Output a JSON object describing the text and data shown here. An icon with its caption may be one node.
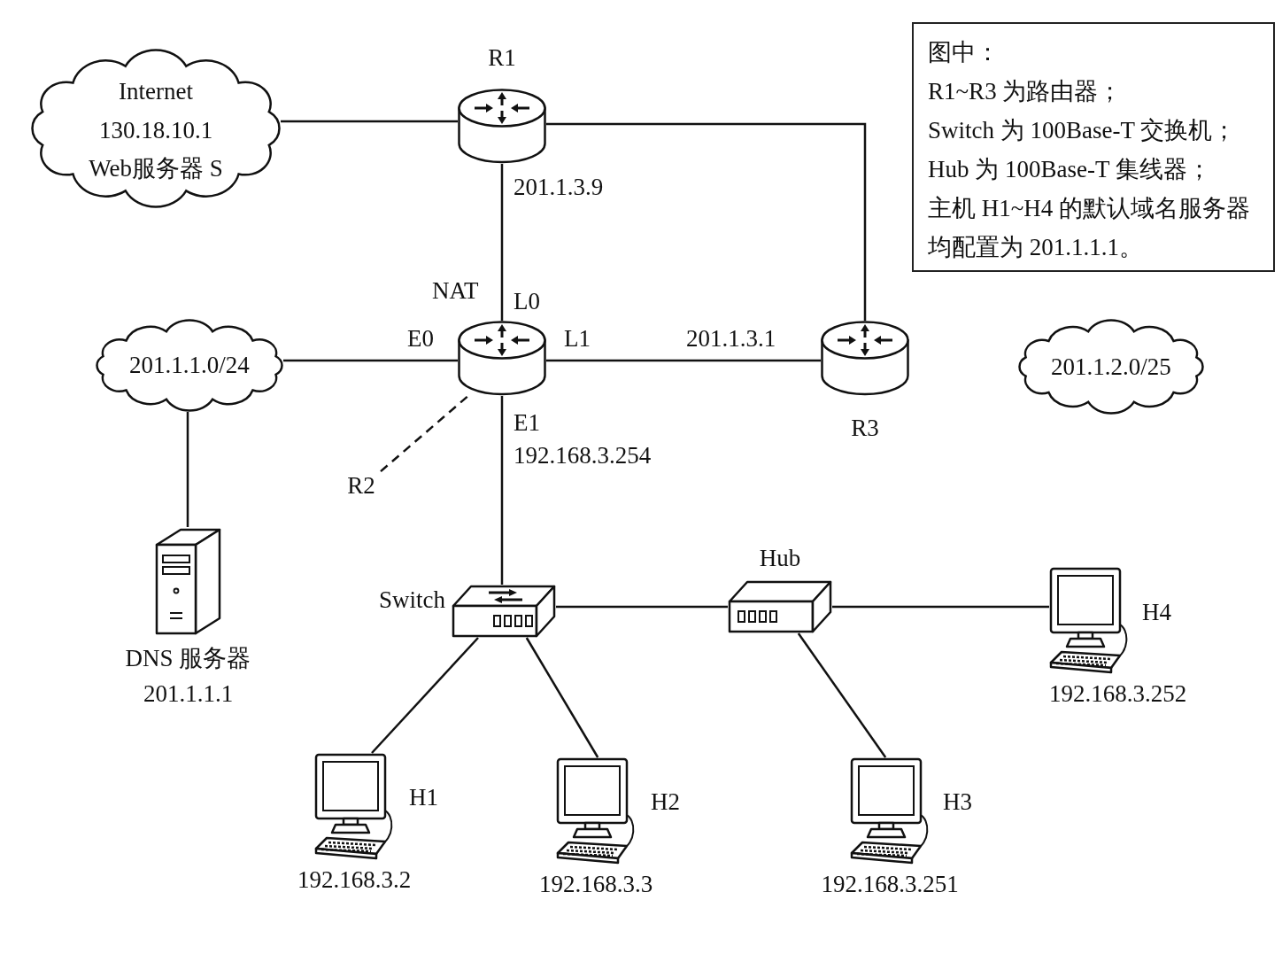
{
  "diagram": {
    "nodes": [
      {
        "text": [
          "Internet",
          "130.18.10.1",
          "Web服务器 S"
        ]
      },
      {
        "text": [
          "R1"
        ],
        "beside": [
          "201.1.3.9"
        ]
      },
      {
        "text": [
          "图中：",
          "R1~R3 为路由器；",
          "Switch 为 100Base-T 交换机；",
          "Hub 为 100Base-T 集线器；",
          "主机 H1~H4 的默认域名服务器均配置为 201.1.1.1。"
        ]
      },
      {
        "text": [
          "201.1.1.0/24"
        ]
      },
      {
        "text": [],
        "shape": "cylinder",
        "beside": [
          "NAT",
          "L0",
          "E0",
          "L1",
          "E1",
          "192.168.3.254"
        ]
      },
      {
        "text": [
          "R3"
        ],
        "beside": [
          "201.1.3.1"
        ]
      },
      {
        "text": [
          "201.1.2.0/25"
        ]
      },
      {
        "text": [
          "R2"
        ]
      },
      {
        "text": [
          "DNS 服务器",
          "201.1.1.1"
        ]
      },
      {
        "text": [
          "Hub"
        ]
      },
      {
        "text": [
          "Switch"
        ]
      },
      {
        "text": [
          "H4",
          "192.168.3.252"
        ]
      },
      {
        "text": [
          "H1",
          "192.168.3.2"
        ]
      },
      {
        "text": [
          "H2",
          "192.168.3.3"
        ]
      },
      {
        "text": [
          "H3",
          "192.168.3.251"
        ]
      }
    ],
    "edges": [
      {
        "from": 0,
        "to": 1,
        "arrow": "none"
      },
      {
        "from": 1,
        "to": 5,
        "arrow": "none"
      },
      {
        "from": 1,
        "to": 4,
        "arrow": "none"
      },
      {
        "from": 3,
        "to": 4,
        "arrow": "none"
      },
      {
        "from": 4,
        "to": 5,
        "arrow": "none"
      },
      {
        "from": 4,
        "to": 10,
        "arrow": "none"
      },
      {
        "from": 7,
        "to": 4,
        "arrow": "none",
        "style": "dashed"
      },
      {
        "from": 3,
        "to": 8,
        "arrow": "none"
      },
      {
        "from": 10,
        "to": 9,
        "arrow": "none"
      },
      {
        "from": 10,
        "to": 12,
        "arrow": "none"
      },
      {
        "from": 10,
        "to": 13,
        "arrow": "none"
      },
      {
        "from": 9,
        "to": 14,
        "arrow": "none"
      },
      {
        "from": 9,
        "to": 11,
        "arrow": "none"
      }
    ]
  }
}
